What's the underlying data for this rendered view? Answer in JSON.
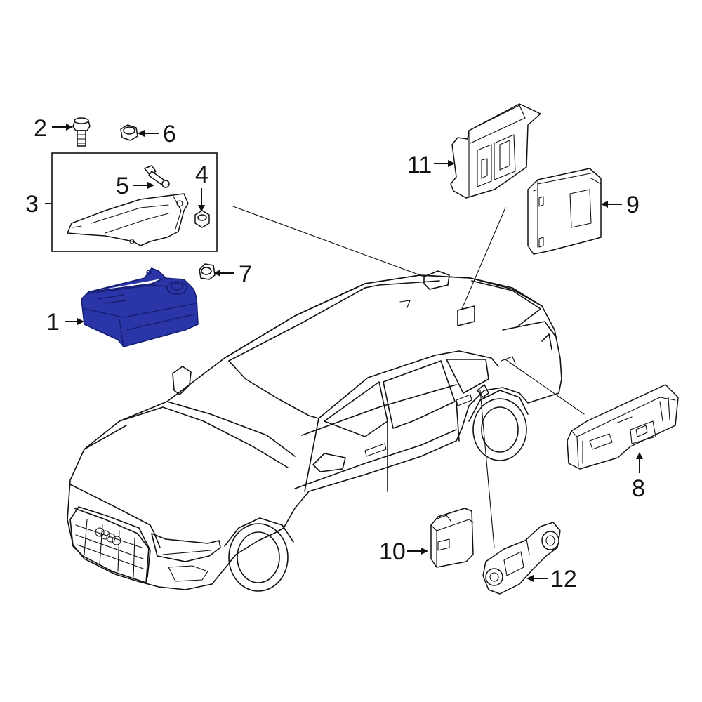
{
  "colors": {
    "highlight": "#2a36a8",
    "highlight_edge": "#151d70",
    "line": "#111111"
  },
  "callouts": [
    {
      "id": "1",
      "text": "1"
    },
    {
      "id": "2",
      "text": "2"
    },
    {
      "id": "3",
      "text": "3"
    },
    {
      "id": "4",
      "text": "4"
    },
    {
      "id": "5",
      "text": "5"
    },
    {
      "id": "6",
      "text": "6"
    },
    {
      "id": "7",
      "text": "7"
    },
    {
      "id": "8",
      "text": "8"
    },
    {
      "id": "9",
      "text": "9"
    },
    {
      "id": "10",
      "text": "10"
    },
    {
      "id": "11",
      "text": "11"
    },
    {
      "id": "12",
      "text": "12"
    }
  ]
}
